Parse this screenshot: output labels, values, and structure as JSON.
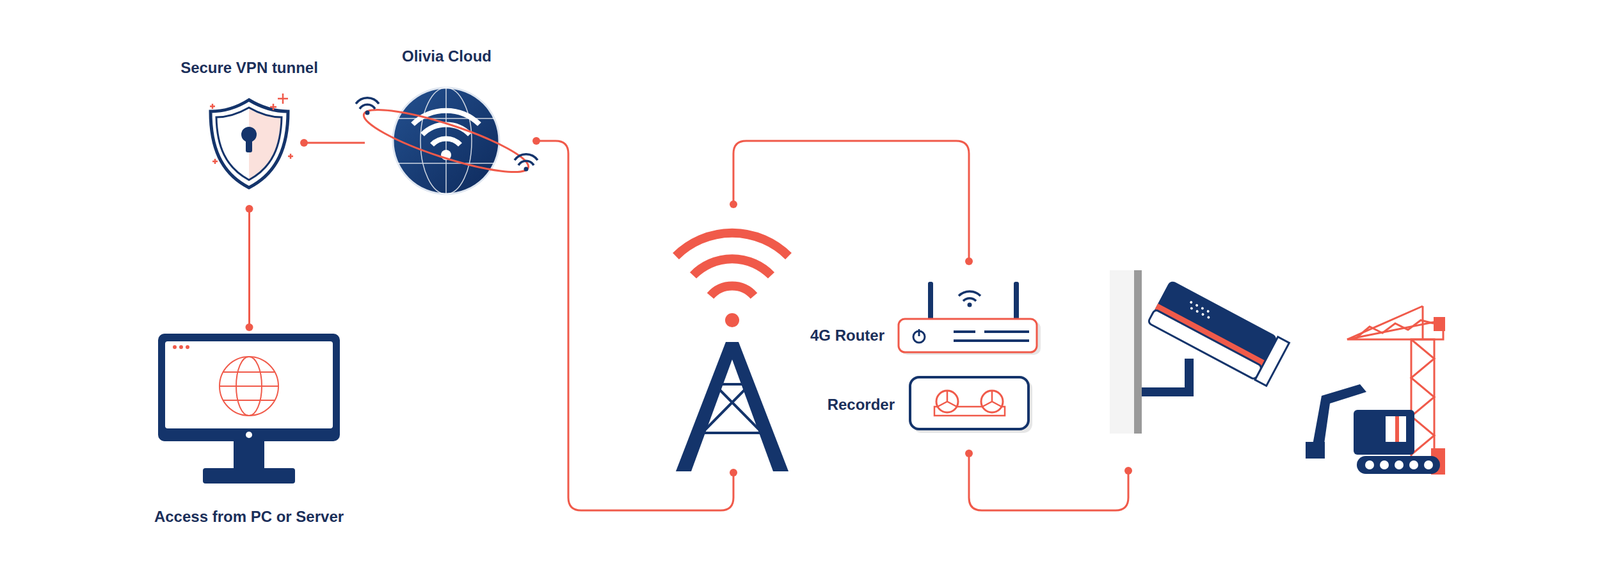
{
  "diagram": {
    "nodes": [
      {
        "text": [
          "Secure VPN tunnel"
        ]
      },
      {
        "text": [
          "Olivia Cloud"
        ]
      },
      {
        "text": [
          "4G Router"
        ]
      },
      {
        "text": [
          "Recorder"
        ]
      },
      {
        "text": [
          "Access from PC or Server"
        ]
      }
    ],
    "edges": [
      {
        "from": 0,
        "to": 1,
        "arrow": "none"
      },
      {
        "from": 0,
        "to": 4,
        "arrow": "none"
      }
    ]
  }
}
